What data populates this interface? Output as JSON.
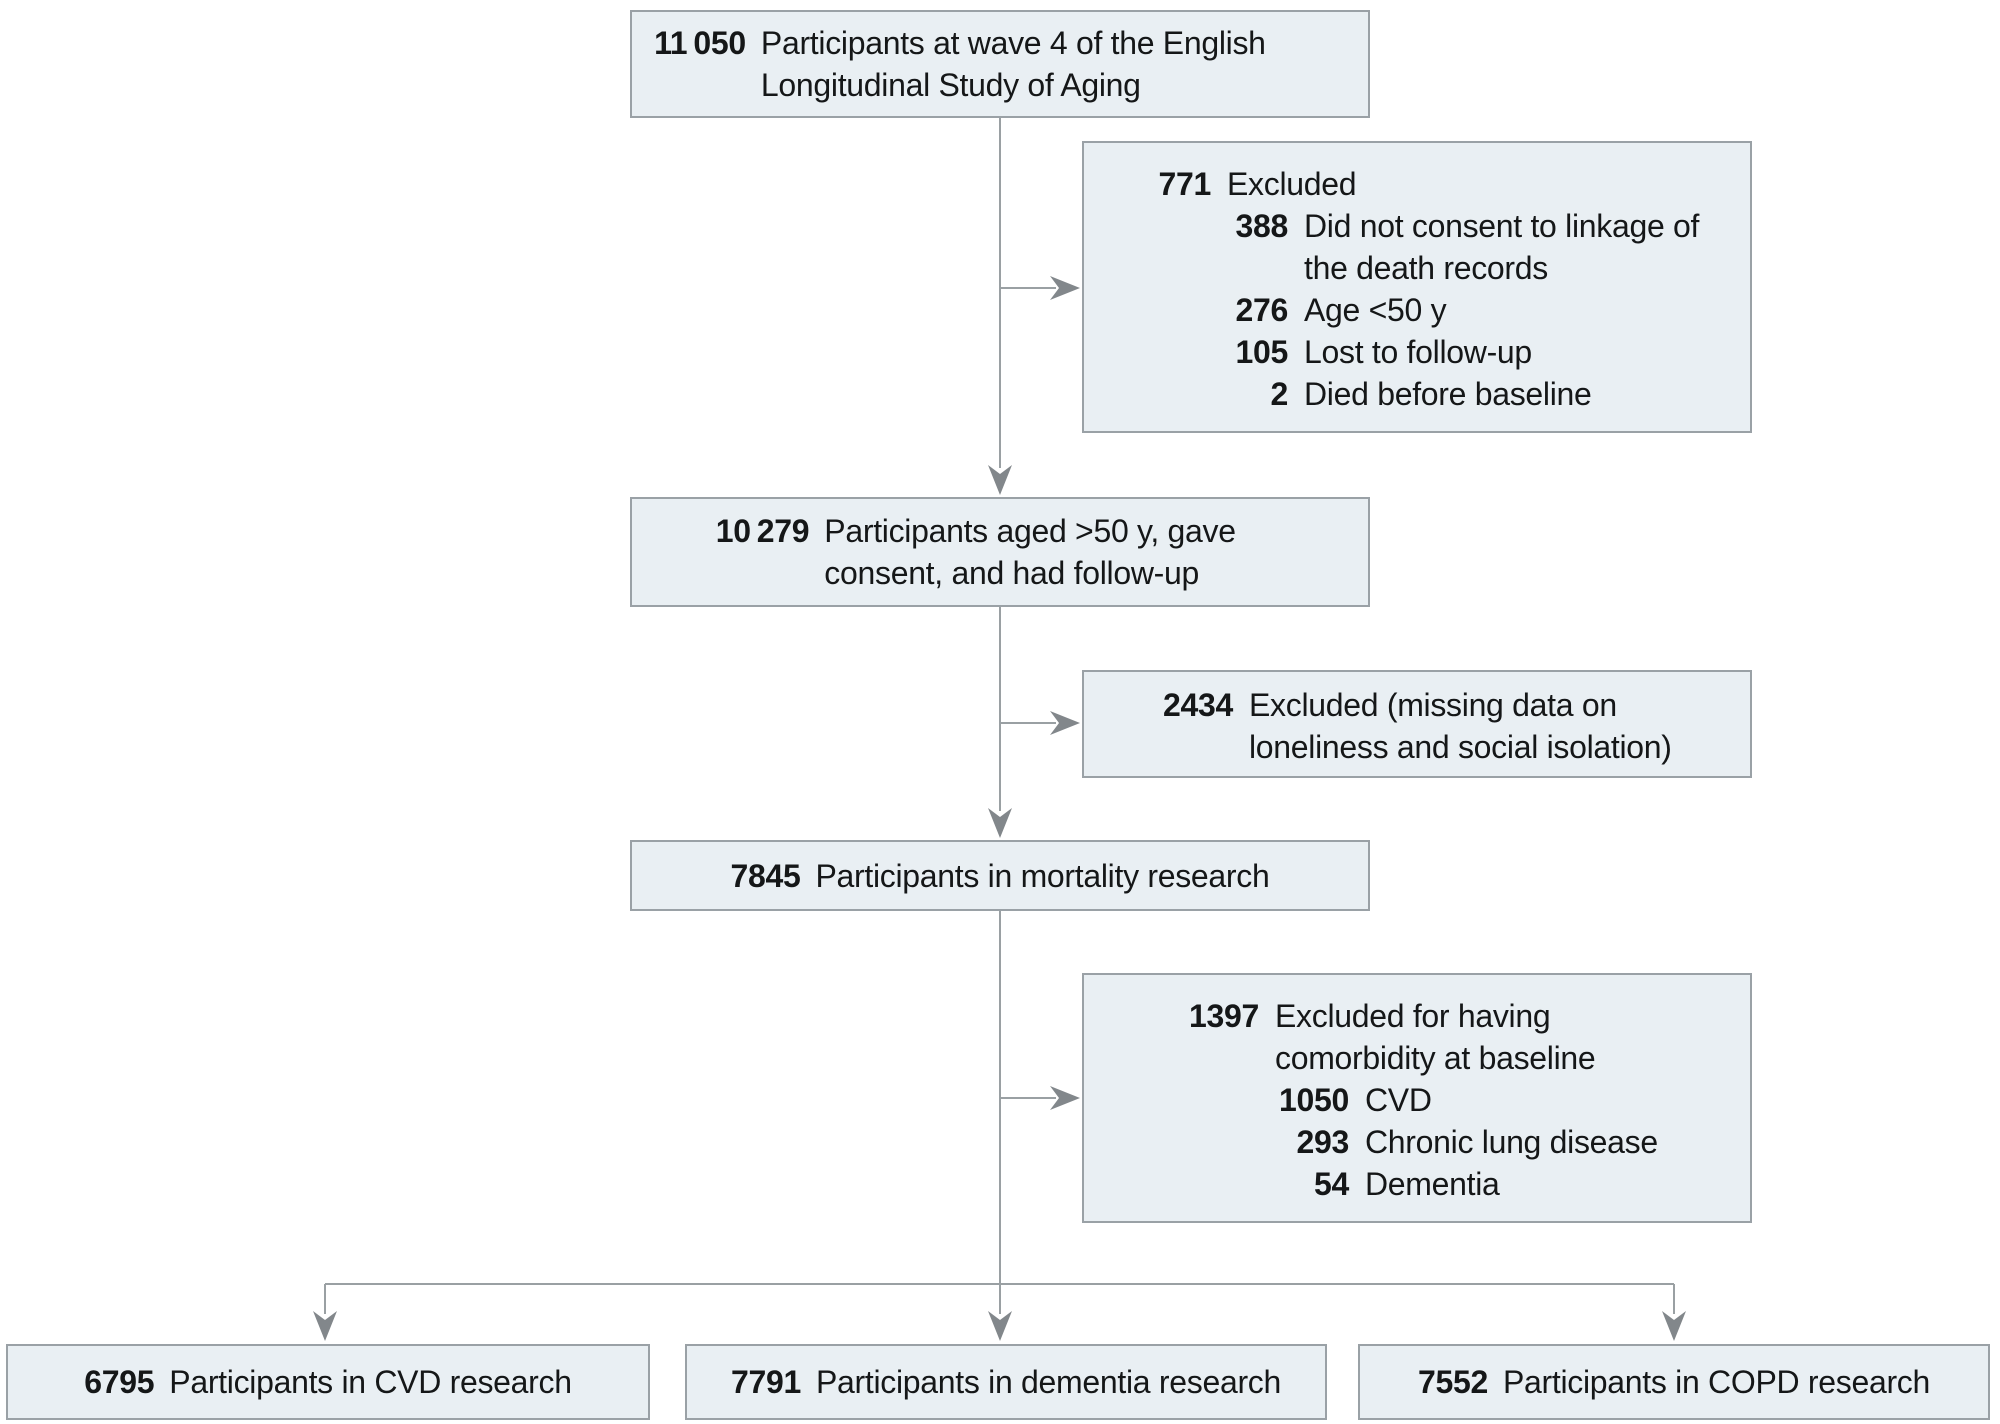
{
  "colors": {
    "box_fill": "#e9eff3",
    "box_border": "#9aa1a6",
    "line": "#9aa0a3",
    "arrow": "#82878b",
    "text": "#151718",
    "background": "#ffffff"
  },
  "boxes": {
    "wave4": {
      "number": "11 050",
      "text": "Participants at wave 4 of the English Longitudinal Study of Aging"
    },
    "eligible": {
      "number": "10 279",
      "text": "Participants aged >50 y, gave consent, and had follow-up"
    },
    "mortality": {
      "number": "7845",
      "text": "Participants in mortality research"
    },
    "cvd": {
      "number": "6795",
      "text": "Participants in CVD research"
    },
    "dementia": {
      "number": "7791",
      "text": "Participants in dementia research"
    },
    "copd": {
      "number": "7552",
      "text": "Participants in COPD research"
    },
    "excluded_wave4": {
      "rows": [
        {
          "number": "771",
          "text": "Excluded"
        },
        {
          "number": "388",
          "text": "Did not consent to linkage of the death records"
        },
        {
          "number": "276",
          "text": "Age <50 y"
        },
        {
          "number": "105",
          "text": "Lost to follow-up"
        },
        {
          "number": "2",
          "text": "Died before baseline"
        }
      ]
    },
    "excluded_missing": {
      "number": "2434",
      "text": "Excluded (missing data on loneliness and social isolation)"
    },
    "excluded_comorbidity": {
      "rows": [
        {
          "number": "1397",
          "text": "Excluded for having comorbidity at baseline"
        },
        {
          "number": "1050",
          "text": "CVD"
        },
        {
          "number": "293",
          "text": "Chronic lung disease"
        },
        {
          "number": "54",
          "text": "Dementia"
        }
      ]
    }
  }
}
